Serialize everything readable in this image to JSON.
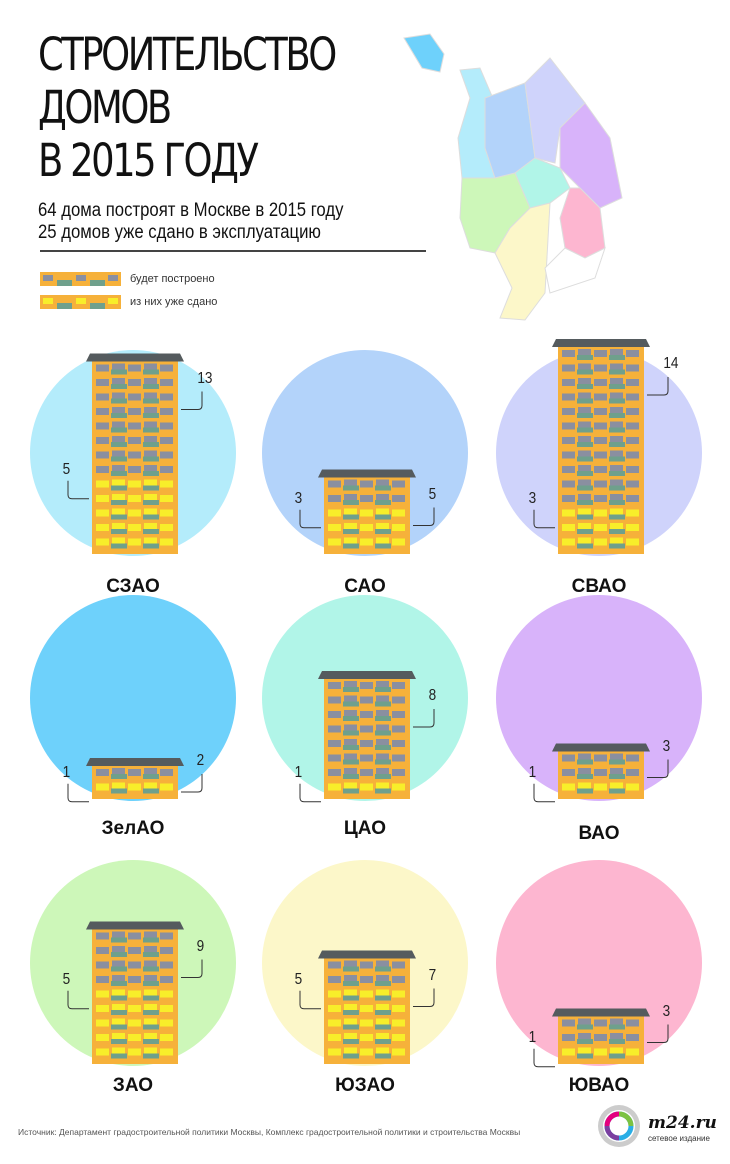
{
  "header": {
    "title_lines": [
      "СТРОИТЕЛЬСТВО",
      "ДОМОВ",
      "В 2015 ГОДУ"
    ],
    "subtitle_1": "64 дома построят в Москве в 2015 году",
    "subtitle_2": "25 домов уже сдано в эксплуатацию"
  },
  "legend": {
    "planned": "будет построено",
    "done": "из них уже сдано"
  },
  "colors": {
    "wall": "#f6b13a",
    "window": "#8a8fa0",
    "lit": "#f8ee2a",
    "balcony": "#6fa08c",
    "roof": "#555b5e"
  },
  "chart_data": {
    "type": "pictogram",
    "title": "Строительство домов в 2015 году",
    "series": [
      "будет построено",
      "из них уже сдано"
    ],
    "districts": [
      {
        "name": "СЗАО",
        "total": 13,
        "done": 5,
        "color": "#b4ecfb"
      },
      {
        "name": "САО",
        "total": 5,
        "done": 3,
        "color": "#b3d3fa"
      },
      {
        "name": "СВАО",
        "total": 14,
        "done": 3,
        "color": "#cfd3fb"
      },
      {
        "name": "ЗелАО",
        "total": 2,
        "done": 1,
        "color": "#6ed1fb"
      },
      {
        "name": "ЦАО",
        "total": 8,
        "done": 1,
        "color": "#b1f5e8"
      },
      {
        "name": "ВАО",
        "total": 3,
        "done": 1,
        "color": "#d8b3fa"
      },
      {
        "name": "ЗАО",
        "total": 9,
        "done": 5,
        "color": "#cdf7b9"
      },
      {
        "name": "ЮЗАО",
        "total": 7,
        "done": 5,
        "color": "#fcf7c9"
      },
      {
        "name": "ЮВАО",
        "total": 3,
        "done": 1,
        "color": "#fdb6d0"
      }
    ]
  },
  "footer": {
    "source": "Источник: Департамент градостроительной политики Москвы, Комплекс градостроительной политики и строительства Москвы",
    "logo": "m24.ru",
    "logo_sub": "сетевое издание"
  }
}
